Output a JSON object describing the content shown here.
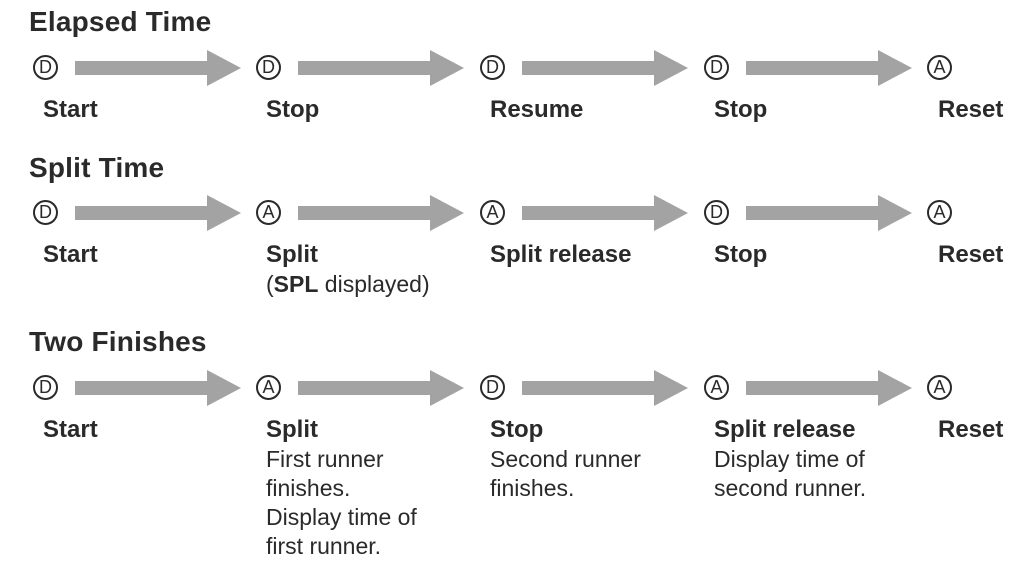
{
  "sections": [
    {
      "title": "Elapsed Time",
      "steps": [
        {
          "button": "D",
          "label": "Start"
        },
        {
          "button": "D",
          "label": "Stop"
        },
        {
          "button": "D",
          "label": "Resume"
        },
        {
          "button": "D",
          "label": "Stop"
        },
        {
          "button": "A",
          "label": "Reset"
        }
      ]
    },
    {
      "title": "Split Time",
      "steps": [
        {
          "button": "D",
          "label": "Start"
        },
        {
          "button": "A",
          "label": "Split",
          "note_pre": "(",
          "note_bold": "SPL",
          "note_post": " displayed)"
        },
        {
          "button": "A",
          "label": "Split release"
        },
        {
          "button": "D",
          "label": "Stop"
        },
        {
          "button": "A",
          "label": "Reset"
        }
      ]
    },
    {
      "title": "Two Finishes",
      "steps": [
        {
          "button": "D",
          "label": "Start"
        },
        {
          "button": "A",
          "label": "Split",
          "note": "First runner\nfinishes.\nDisplay time of\nfirst runner."
        },
        {
          "button": "D",
          "label": "Stop",
          "note": "Second runner\nfinishes."
        },
        {
          "button": "A",
          "label": "Split release",
          "note": "Display time of\nsecond runner."
        },
        {
          "button": "A",
          "label": "Reset"
        }
      ]
    }
  ],
  "colors": {
    "arrow": "#a3a3a3",
    "text": "#2a2a2a"
  }
}
